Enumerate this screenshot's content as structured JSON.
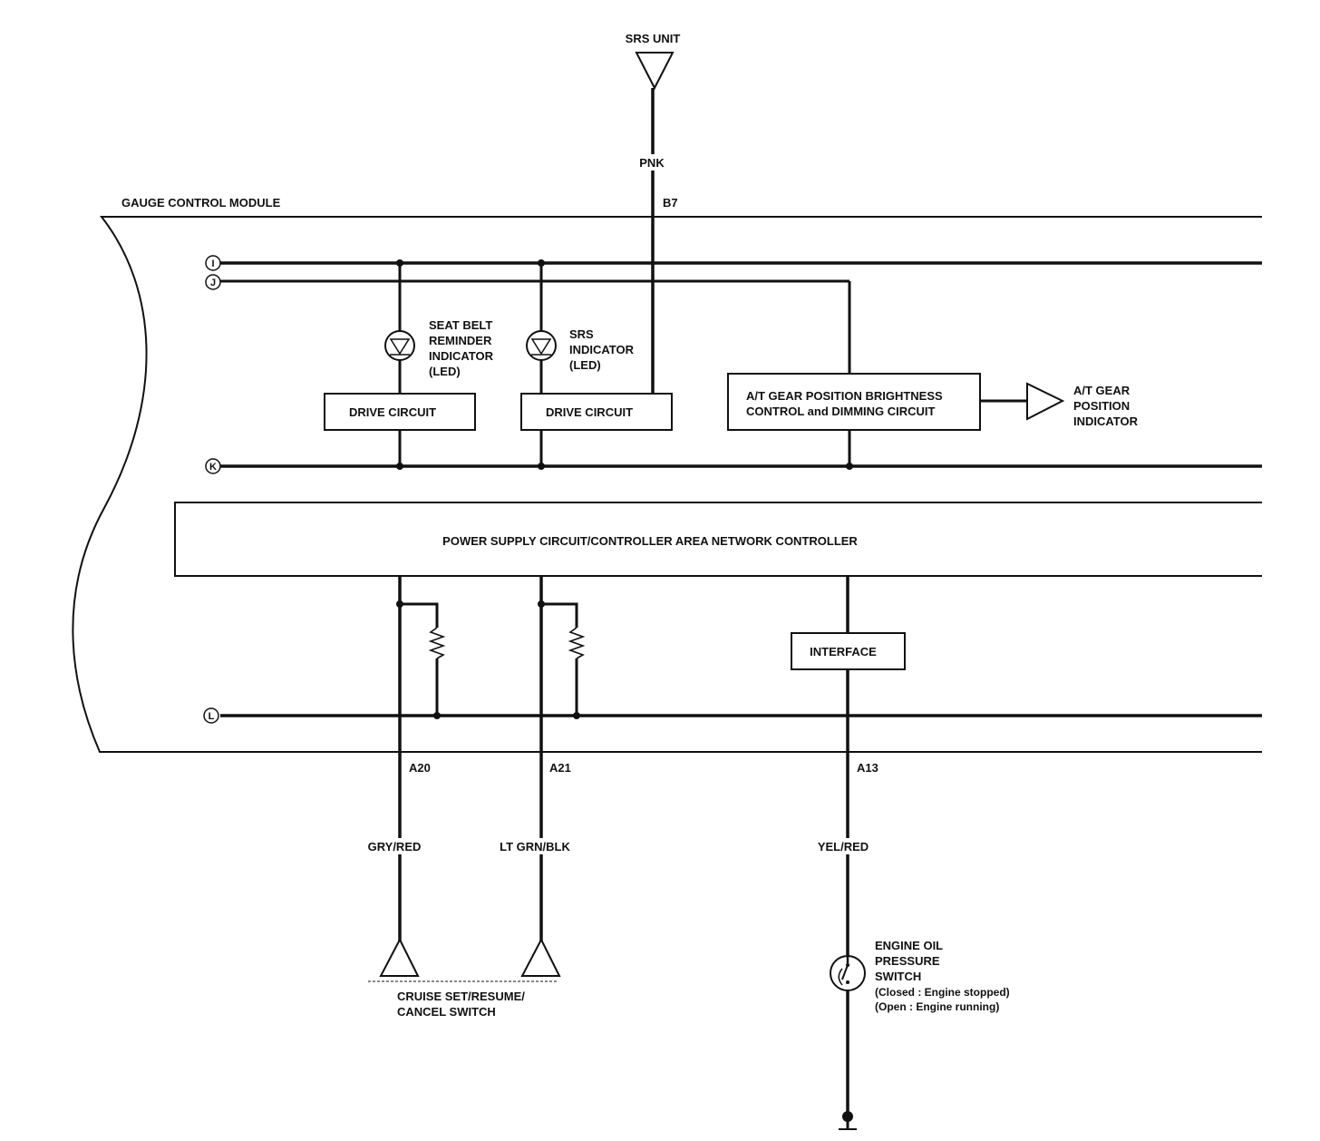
{
  "module": {
    "title": "GAUGE CONTROL MODULE"
  },
  "nodes": {
    "i": "I",
    "j": "J",
    "k": "K",
    "l": "L"
  },
  "srs_unit": {
    "label": "SRS UNIT",
    "wire_color": "PNK",
    "pin": "B7"
  },
  "seat_belt_indicator": {
    "lines": [
      "SEAT BELT",
      "REMINDER",
      "INDICATOR",
      "(LED)"
    ]
  },
  "srs_indicator": {
    "lines": [
      "SRS",
      "INDICATOR",
      "(LED)"
    ]
  },
  "drive_circuit_1": {
    "label": "DRIVE CIRCUIT"
  },
  "drive_circuit_2": {
    "label": "DRIVE CIRCUIT"
  },
  "gear_control": {
    "lines": [
      "A/T GEAR POSITION BRIGHTNESS",
      "CONTROL and DIMMING CIRCUIT"
    ]
  },
  "gear_indicator": {
    "lines": [
      "A/T GEAR",
      "POSITION",
      "INDICATOR"
    ]
  },
  "power_supply": {
    "label": "POWER SUPPLY CIRCUIT/CONTROLLER AREA NETWORK CONTROLLER"
  },
  "interface": {
    "label": "INTERFACE"
  },
  "pins": {
    "a20": "A20",
    "a21": "A21",
    "a13": "A13"
  },
  "wires": {
    "gry_red": "GRY/RED",
    "lt_grn_blk": "LT GRN/BLK",
    "yel_red": "YEL/RED"
  },
  "cruise_switch": {
    "lines": [
      "CRUISE SET/RESUME/",
      "CANCEL SWITCH"
    ]
  },
  "oil_switch": {
    "lines": [
      "ENGINE OIL",
      "PRESSURE",
      "SWITCH",
      "(Closed : Engine stopped)",
      "(Open : Engine running)"
    ]
  },
  "colors": {
    "line": "#111111",
    "background": "#ffffff"
  },
  "icons": [
    "triangle-connector-icon",
    "led-icon",
    "resistor-icon",
    "pressure-switch-icon",
    "ground-icon",
    "junction-dot-icon"
  ]
}
